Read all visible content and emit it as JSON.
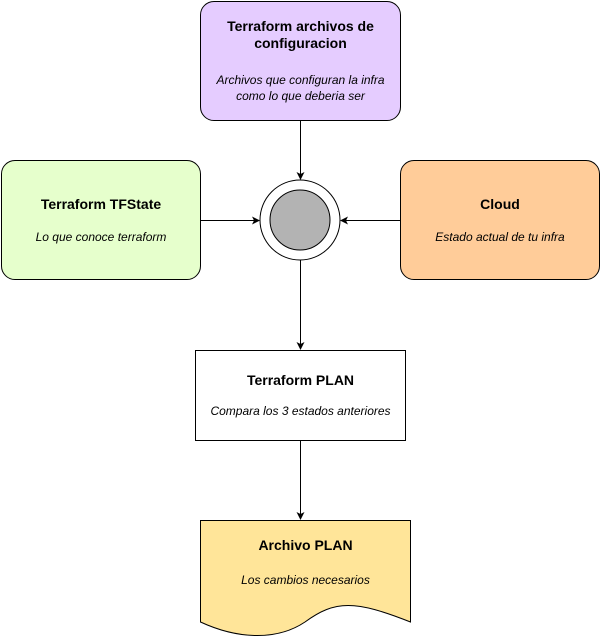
{
  "nodes": {
    "config": {
      "title": "Terraform archivos de configuracion",
      "description": "Archivos que configuran la infra como lo que deberia ser"
    },
    "tfstate": {
      "title": "Terraform TFState",
      "description": "Lo que conoce terraform"
    },
    "cloud": {
      "title": "Cloud",
      "description": "Estado actual de tu infra"
    },
    "plan": {
      "title": "Terraform PLAN",
      "description": "Compara los 3 estados anteriores"
    },
    "archivo": {
      "title": "Archivo PLAN",
      "description": "Los cambios necesarios"
    }
  },
  "colors": {
    "config_fill": "#e5ccff",
    "tfstate_fill": "#e6ffcc",
    "cloud_fill": "#ffcc99",
    "plan_fill": "#ffffff",
    "archivo_fill": "#ffe599",
    "junction_fill": "#b3b3b3",
    "stroke": "#000000"
  }
}
